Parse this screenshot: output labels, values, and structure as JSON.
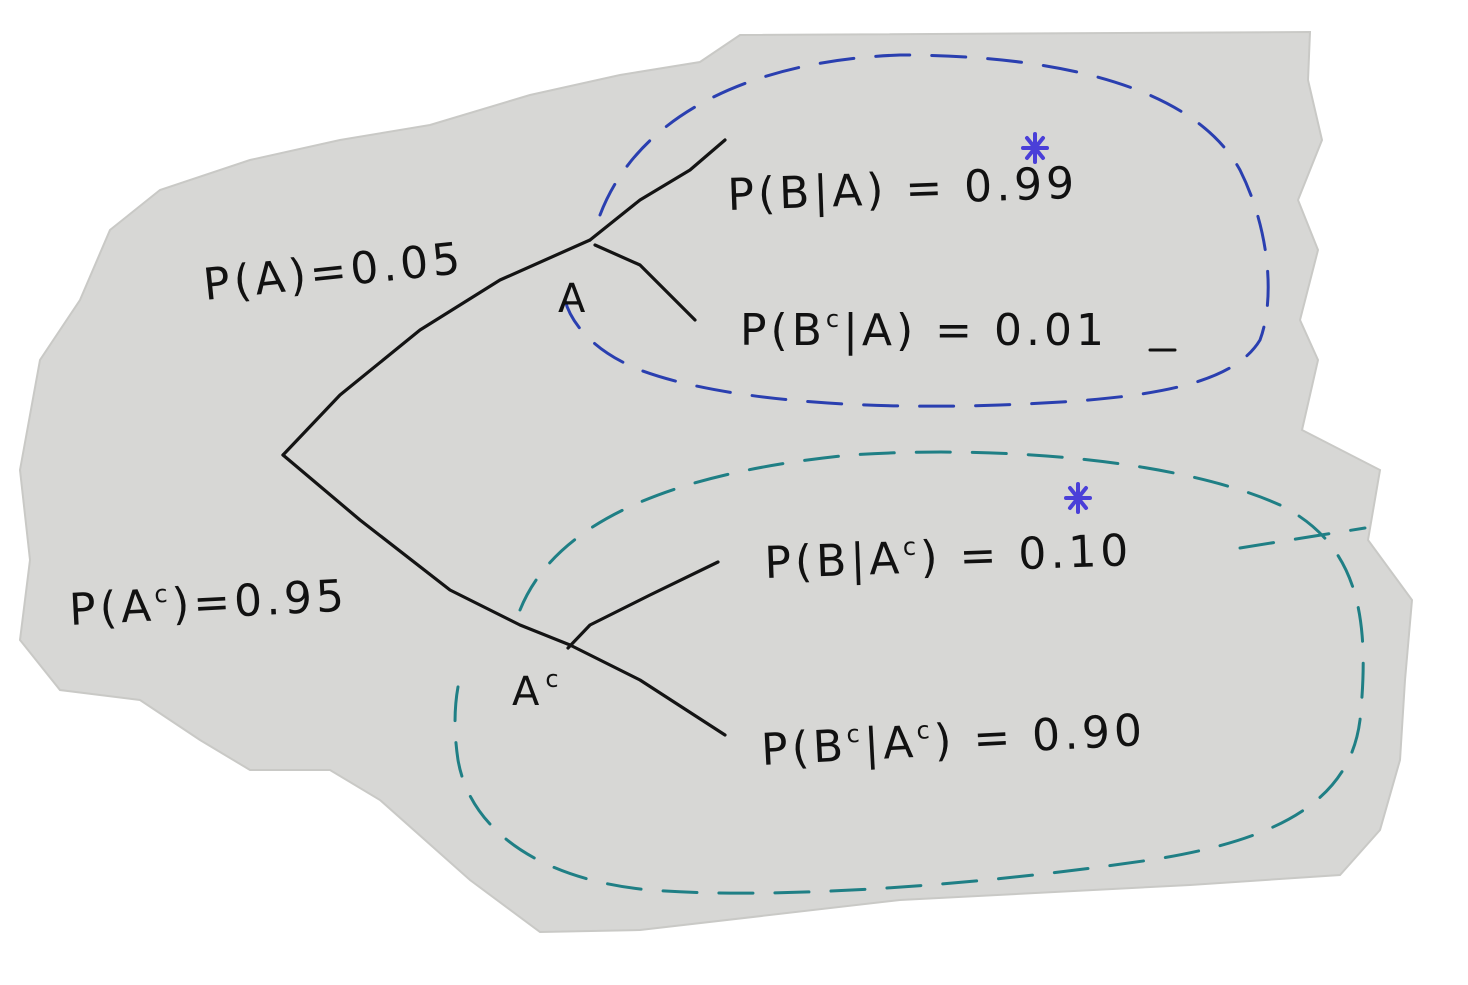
{
  "tree": {
    "root_branches": {
      "upper_label": "P(A)=0.05",
      "lower_label": "P(A",
      "lower_label_sup": "c",
      "lower_label_tail": ")=0.95"
    },
    "nodes": {
      "a_label": "A",
      "ac_label": "A",
      "ac_label_sup": "c"
    },
    "leaves": {
      "b_given_a": "P(B|A) = 0.99",
      "bc_given_a_pre": "P(B",
      "bc_given_a_sup": "c",
      "bc_given_a_post": "|A) = 0.01",
      "b_given_ac_pre": "P(B|A",
      "b_given_ac_sup": "c",
      "b_given_ac_post": ") = 0.10",
      "bc_given_ac_pre": "P(B",
      "bc_given_ac_sup1": "c",
      "bc_given_ac_mid": "|A",
      "bc_given_ac_sup2": "c",
      "bc_given_ac_post": ") = 0.90"
    },
    "marks": {
      "star_upper": "*",
      "star_lower": "*"
    }
  },
  "colors": {
    "paper": "#d7d7d5",
    "ink": "#111111",
    "blue_dash": "#2a3fb0",
    "teal_dash": "#1f7f85",
    "star": "#4a3fd8"
  }
}
